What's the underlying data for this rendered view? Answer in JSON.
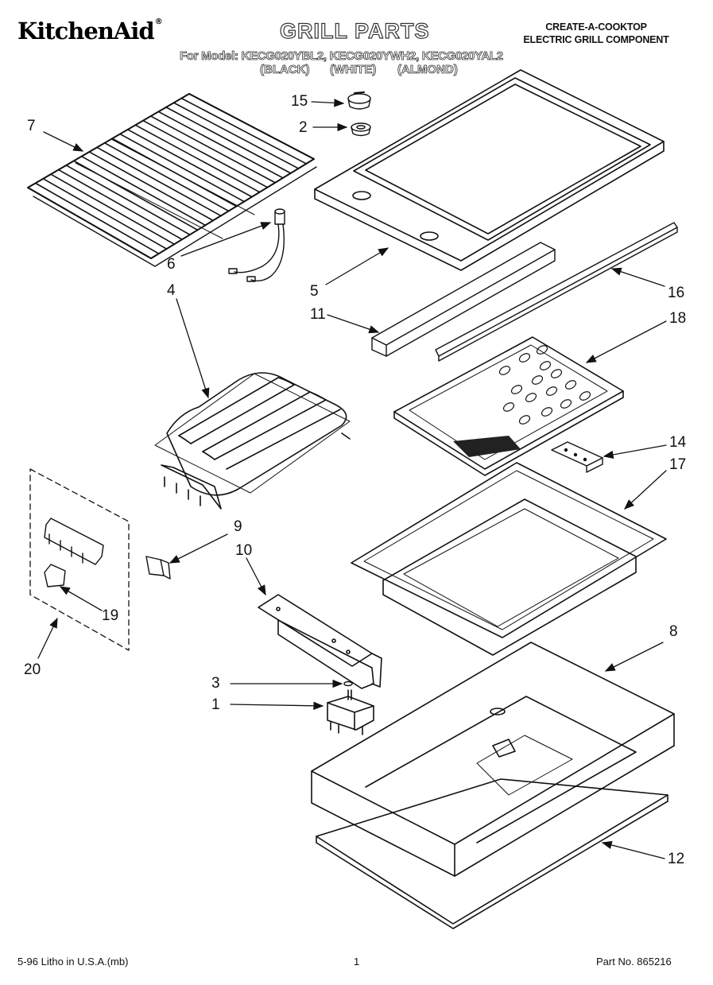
{
  "header": {
    "brand": "KitchenAid",
    "brand_mark": "®",
    "title": "GRILL PARTS",
    "category_line1": "CREATE-A-COOKTOP",
    "category_line2": "ELECTRIC GRILL COMPONENT",
    "models": "For Model: KECG020YBL2, KECG020YWH2, KECG020YAL2",
    "variants": [
      "(BLACK)",
      "(WHITE)",
      "(ALMOND)"
    ]
  },
  "callouts": [
    {
      "number": "7",
      "part": "grill-grate"
    },
    {
      "number": "15",
      "part": "control-knob"
    },
    {
      "number": "2",
      "part": "knob-bezel"
    },
    {
      "number": "6",
      "part": "indicator-light"
    },
    {
      "number": "5",
      "part": "cooktop-top-panel"
    },
    {
      "number": "16",
      "part": "rear-trim-strip"
    },
    {
      "number": "4",
      "part": "heating-element"
    },
    {
      "number": "11",
      "part": "front-trim-channel"
    },
    {
      "number": "18",
      "part": "rock-tray"
    },
    {
      "number": "14",
      "part": "bracket"
    },
    {
      "number": "17",
      "part": "drip-pan"
    },
    {
      "number": "9",
      "part": "clip"
    },
    {
      "number": "10",
      "part": "control-bracket"
    },
    {
      "number": "19",
      "part": "terminal-connector"
    },
    {
      "number": "20",
      "part": "terminal-block-kit"
    },
    {
      "number": "8",
      "part": "housing"
    },
    {
      "number": "3",
      "part": "washer"
    },
    {
      "number": "1",
      "part": "infinite-switch"
    },
    {
      "number": "12",
      "part": "bottom-insulation"
    }
  ],
  "footer": {
    "litho": "5-96 Litho in U.S.A.(mb)",
    "page": "1",
    "part_no": "Part No. 865216"
  }
}
